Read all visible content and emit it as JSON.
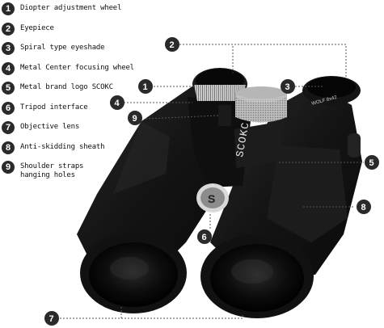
{
  "legend": {
    "items": [
      {
        "num": "1",
        "label": "Diopter adjustment wheel"
      },
      {
        "num": "2",
        "label": "Eyepiece"
      },
      {
        "num": "3",
        "label": "Spiral type eyeshade"
      },
      {
        "num": "4",
        "label": "Metal Center focusing wheel"
      },
      {
        "num": "5",
        "label": "Metal brand logo SCOKC"
      },
      {
        "num": "6",
        "label": "Tripod interface"
      },
      {
        "num": "7",
        "label": "Objective lens"
      },
      {
        "num": "8",
        "label": "Anti-skidding sheath"
      },
      {
        "num": "9",
        "label": "Shoulder straps hanging holes"
      }
    ]
  },
  "product": {
    "brand_text": "SCOKC",
    "model_text": "WOLF 8x42"
  },
  "callouts": {
    "c1": "1",
    "c2": "2",
    "c3": "3",
    "c4": "4",
    "c5": "5",
    "c6": "6",
    "c7": "7",
    "c8": "8",
    "c9": "9"
  },
  "colors": {
    "badge": "#2a2a2a",
    "body": "#151515",
    "leader": "#555555"
  }
}
